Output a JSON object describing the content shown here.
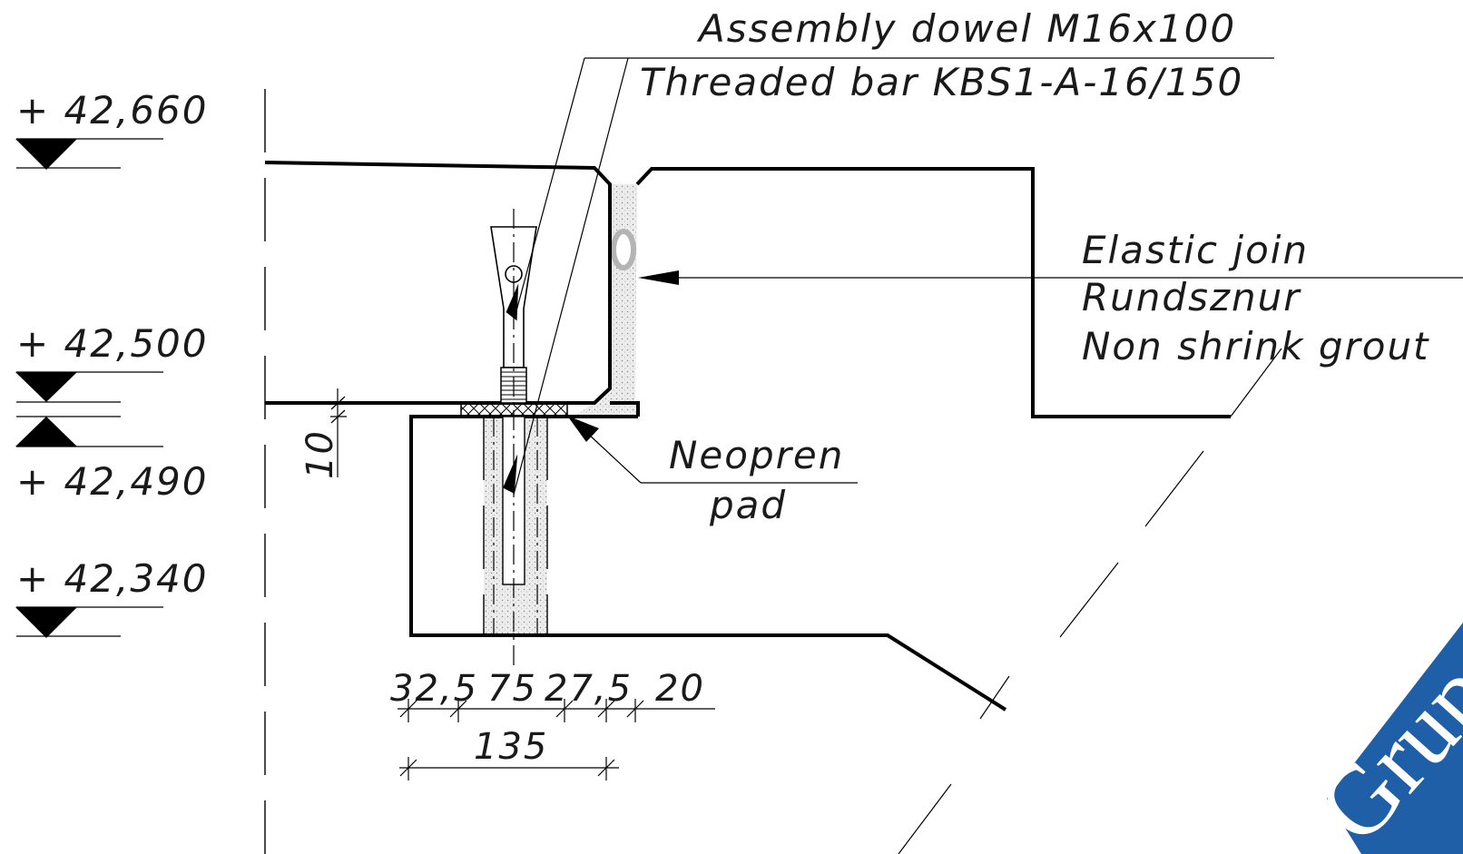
{
  "levels": {
    "top": "+ 42,660",
    "upper_mid": "+ 42,500",
    "lower_mid": "+ 42,490",
    "bottom": "+ 42,340"
  },
  "callouts": {
    "dowel": "Assembly dowel M16x100",
    "bar": "Threaded bar KBS1-A-16/150",
    "elastic_join": "Elastic join",
    "rundsznur": "Rundsznur",
    "grout": "Non shrink grout",
    "neopren_line1": "Neopren",
    "neopren_line2": "pad"
  },
  "dimensions": {
    "pad_thickness": "10",
    "segment_1": "32,5",
    "segment_2": "75",
    "segment_3": "27,5",
    "segment_4": "20",
    "total": "135"
  },
  "logo": {
    "text": "Grupa",
    "color": "#1e5fa8"
  },
  "colors": {
    "line": "#000000",
    "grout_fill": "#e6e6e6",
    "cord": "#b4b4b4"
  }
}
